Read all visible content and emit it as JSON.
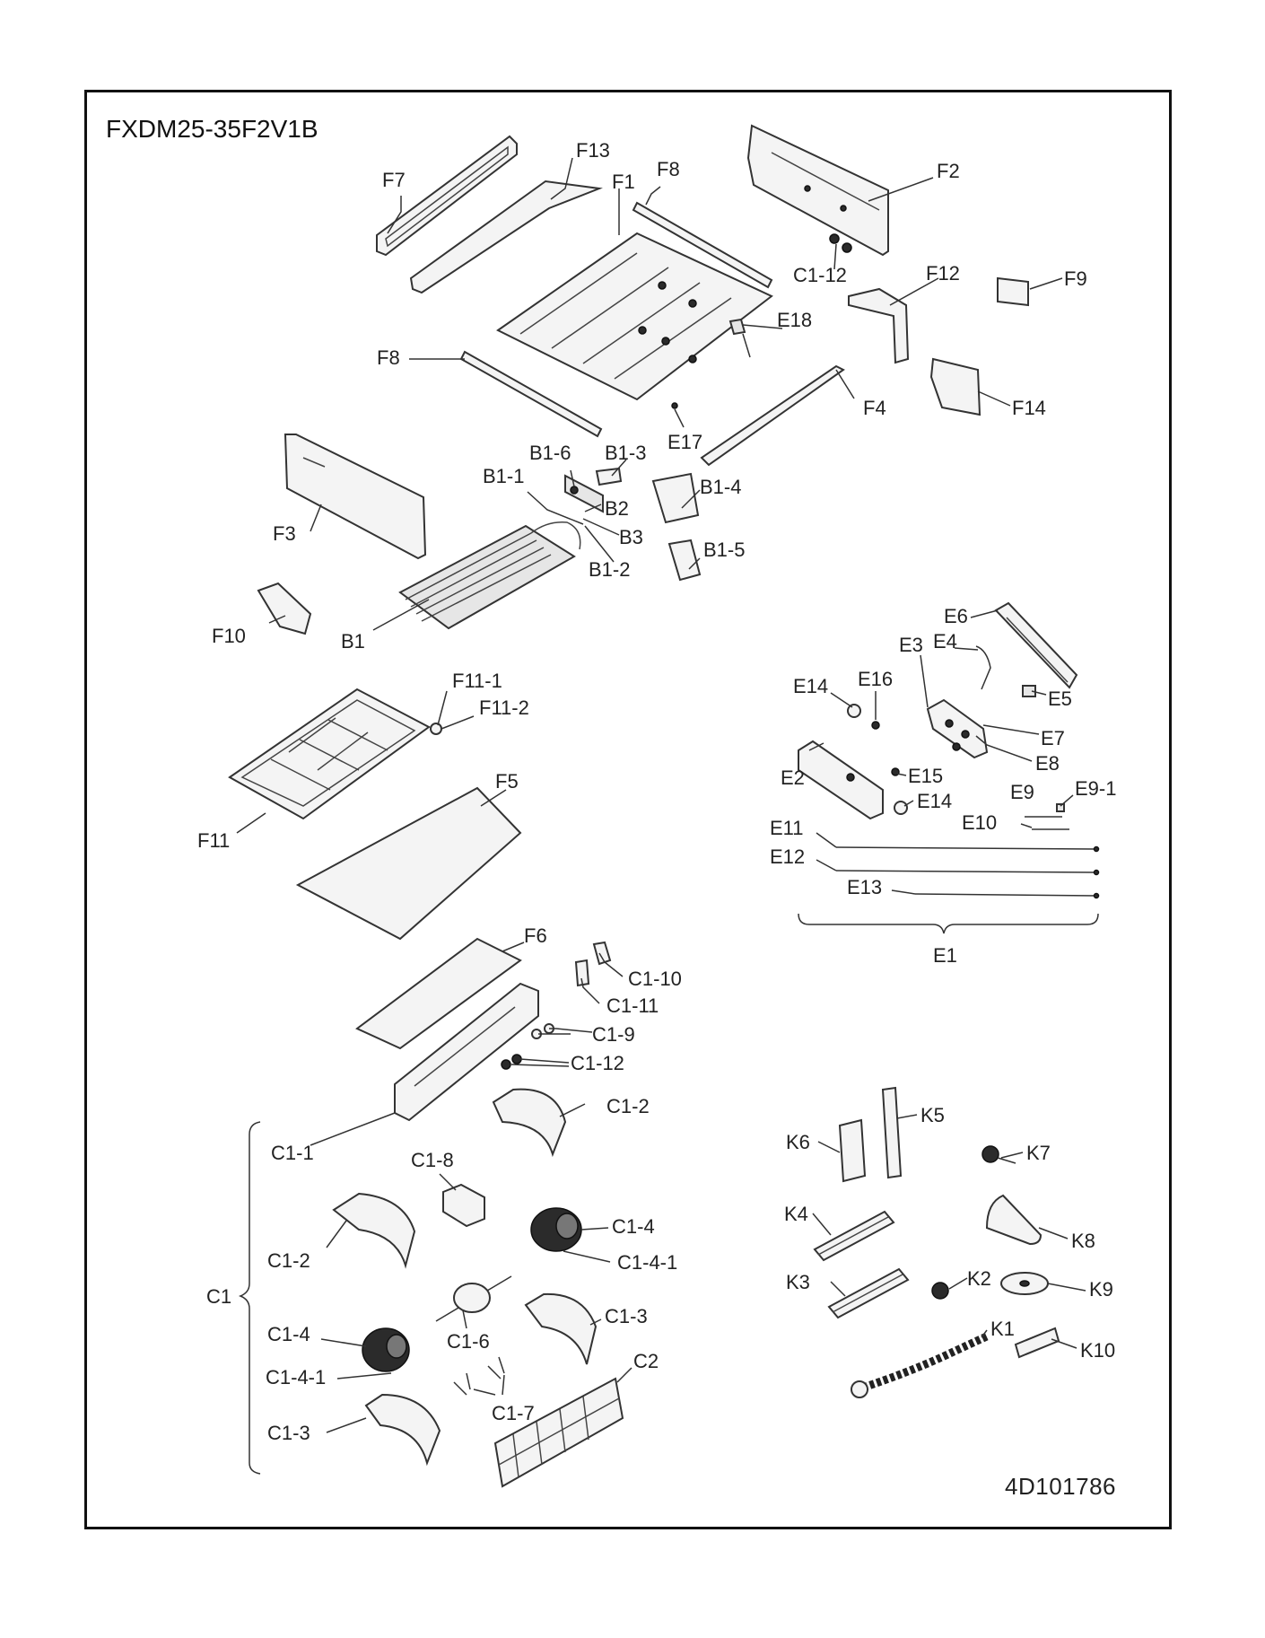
{
  "title": "FXDM25-35F2V1B",
  "document_number": "4D101786",
  "labels": {
    "F7": "F7",
    "F13": "F13",
    "F1": "F1",
    "F8_top": "F8",
    "F2": "F2",
    "C1_12_top": "C1-12",
    "F12": "F12",
    "F9": "F9",
    "F8_left": "F8",
    "E18": "E18",
    "F4": "F4",
    "F14": "F14",
    "F3": "F3",
    "B1_6": "B1-6",
    "B1_3": "B1-3",
    "B1_1": "B1-1",
    "E17": "E17",
    "B2": "B2",
    "B1_4": "B1-4",
    "B3": "B3",
    "B1_2": "B1-2",
    "B1_5": "B1-5",
    "F10": "F10",
    "B1": "B1",
    "E6": "E6",
    "E3": "E3",
    "E4": "E4",
    "E14_top": "E14",
    "E16": "E16",
    "E5": "E5",
    "E7": "E7",
    "E8": "E8",
    "E2": "E2",
    "E15": "E15",
    "E14_bottom": "E14",
    "E9": "E9",
    "E9_1": "E9-1",
    "E10": "E10",
    "E11": "E11",
    "E12": "E12",
    "E13": "E13",
    "E1": "E1",
    "F11_1": "F11-1",
    "F11_2": "F11-2",
    "F5": "F5",
    "F11": "F11",
    "F6": "F6",
    "C1_10": "C1-10",
    "C1_11": "C1-11",
    "C1_9": "C1-9",
    "C1_12_mid": "C1-12",
    "C1_2_right": "C1-2",
    "C1_1": "C1-1",
    "C1_8": "C1-8",
    "C1_2_left": "C1-2",
    "C1_4_right": "C1-4",
    "C1_4_1_right": "C1-4-1",
    "C1": "C1",
    "C1_6": "C1-6",
    "C1_3_right": "C1-3",
    "C1_4_left": "C1-4",
    "C2": "C2",
    "C1_4_1_left": "C1-4-1",
    "C1_7": "C1-7",
    "C1_3_left": "C1-3",
    "K5": "K5",
    "K6": "K6",
    "K7": "K7",
    "K4": "K4",
    "K8": "K8",
    "K3": "K3",
    "K2": "K2",
    "K9": "K9",
    "K1": "K1",
    "K10": "K10"
  }
}
